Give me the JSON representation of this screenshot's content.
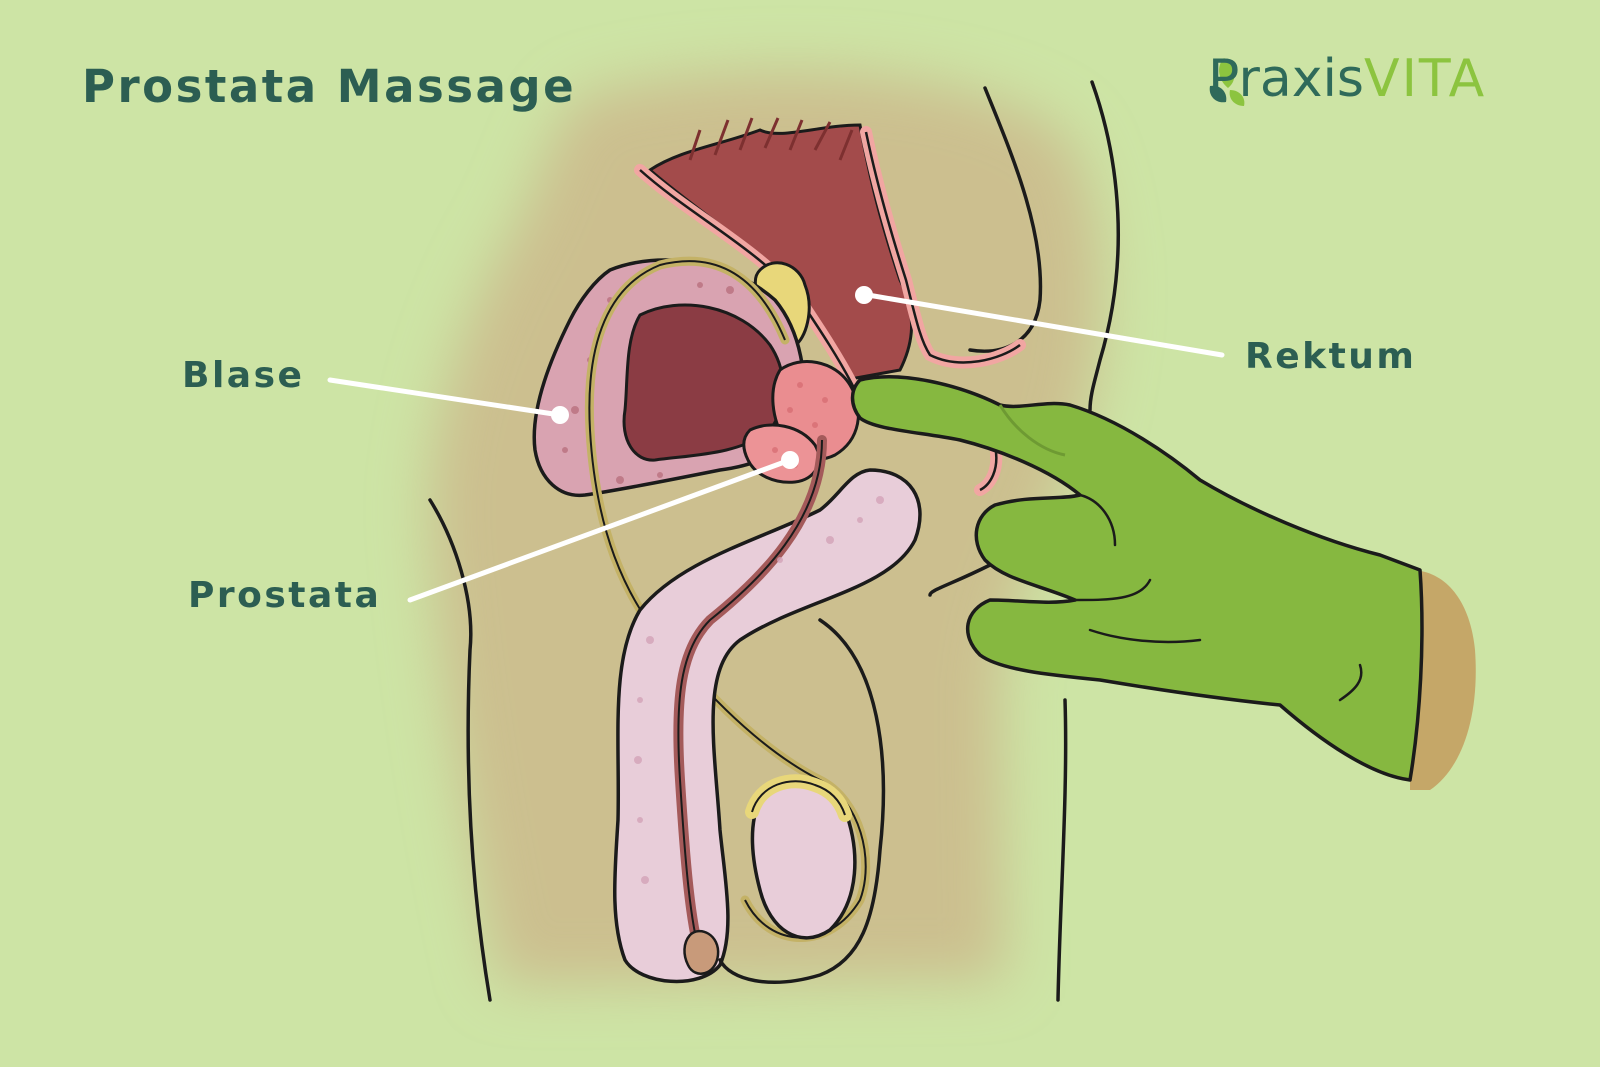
{
  "title": "Prostata Massage",
  "brand": {
    "part1": "Praxis",
    "part2": "VITA"
  },
  "labels": {
    "blase": "Blase",
    "prostata": "Prostata",
    "rektum": "Rektum"
  },
  "colors": {
    "background": "#cde4a5",
    "text": "#2c5e52",
    "brand_dark": "#2f6a5a",
    "brand_light": "#8cc43f",
    "glove": "#86b840",
    "rectum": "#9c4a4a",
    "prostate": "#e88f92",
    "bladder_lining": "#d8a6b2",
    "skin_shadow": "#cbb98b"
  }
}
